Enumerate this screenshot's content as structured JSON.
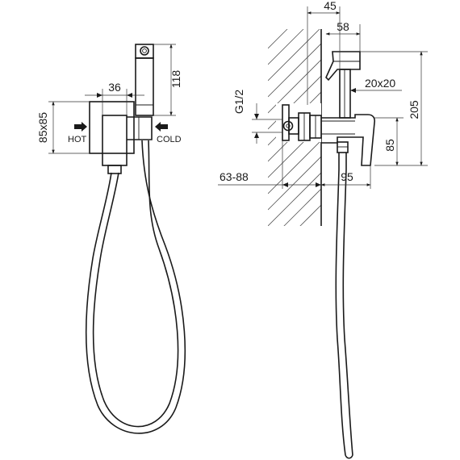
{
  "front_view": {
    "dim_width": "36",
    "dim_height": "118",
    "dim_plate": "85x85",
    "label_hot": "HOT",
    "label_cold": "COLD"
  },
  "side_view": {
    "dim_offset": "45",
    "dim_head": "58",
    "dim_square": "20x20",
    "dim_thread": "G1/2",
    "dim_total": "205",
    "dim_body": "85",
    "dim_depth": "63-88",
    "dim_projection": "95"
  }
}
